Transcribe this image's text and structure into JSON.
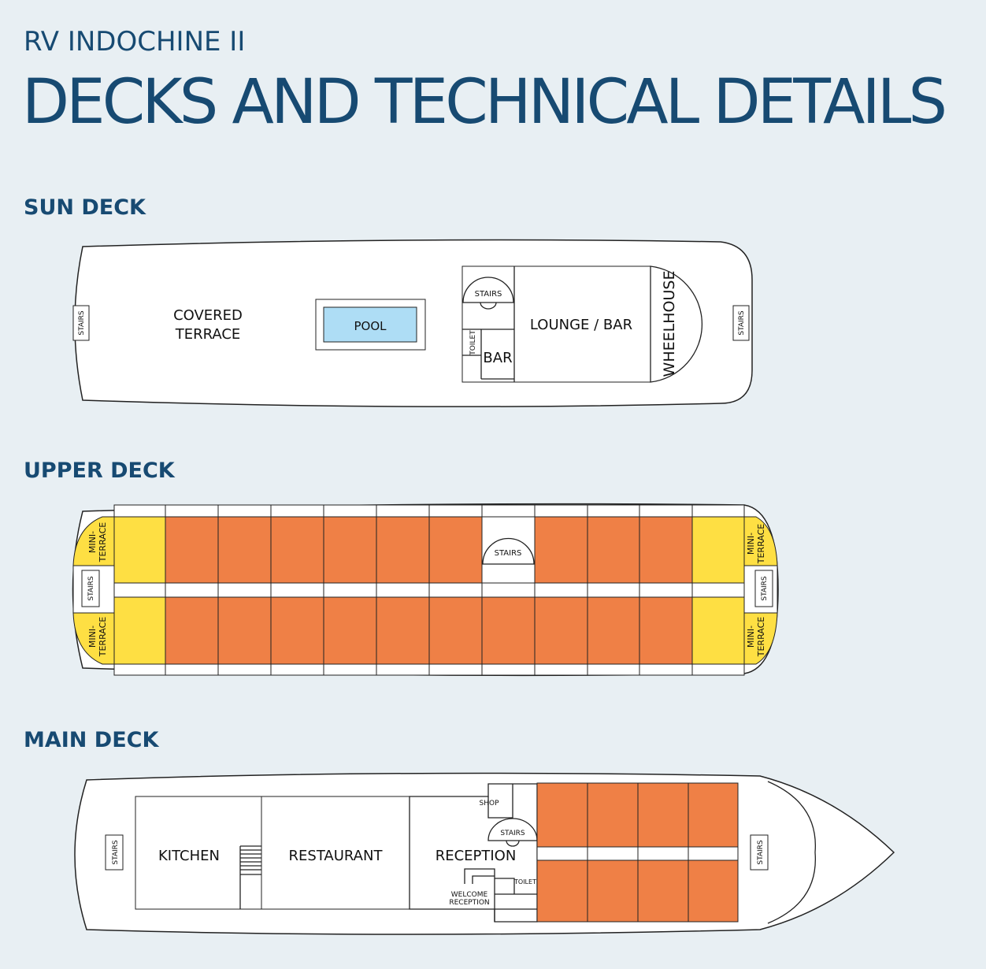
{
  "header": {
    "subtitle": "RV INDOCHINE II",
    "title": "DECKS AND TECHNICAL DETAILS"
  },
  "colors": {
    "background": "#e8eff3",
    "heading": "#174a72",
    "cabin": "#ef8046",
    "terrace": "#fedf43",
    "pool": "#aeddf5"
  },
  "sun_deck": {
    "heading": "SUN DECK",
    "stairs": "STAIRS",
    "covered_1": "COVERED",
    "covered_2": "TERRACE",
    "pool": "POOL",
    "stairs_center": "STAIRS",
    "toilet": "TOILET",
    "bar": "BAR",
    "lounge": "LOUNGE / BAR",
    "wheelhouse": "WHEELHOUSE"
  },
  "upper_deck": {
    "heading": "UPPER DECK",
    "mini_1": "MINI-",
    "mini_2": "TERRACE",
    "stairs": "STAIRS"
  },
  "main_deck": {
    "heading": "MAIN DECK",
    "stairs": "STAIRS",
    "kitchen": "KITCHEN",
    "restaurant": "RESTAURANT",
    "reception": "RECEPTION",
    "shop": "SHOP",
    "toilet": "TOILET",
    "welcome_1": "WELCOME",
    "welcome_2": "RECEPTION"
  }
}
